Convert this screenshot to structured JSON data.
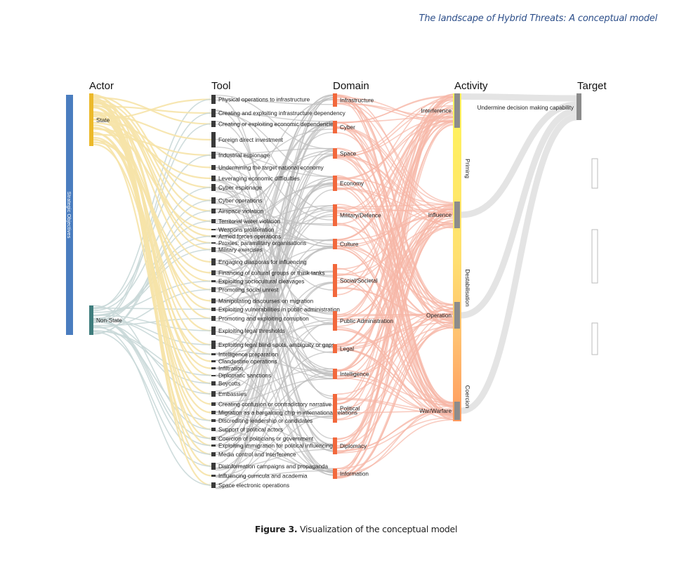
{
  "header": {
    "title": "The landscape of Hybrid Threats: A conceptual model"
  },
  "caption": {
    "label": "Figure 3.",
    "text": "Visualization of the conceptual model"
  },
  "diagram": {
    "type": "sankey",
    "side_bar_label": "Strategic Objectives",
    "columns": [
      "Actor",
      "Tool",
      "Domain",
      "Activity",
      "Target"
    ],
    "actors": [
      "State",
      "Non-State"
    ],
    "tools": [
      "Physical operations to infrastructure",
      "Creating and exploiting infrastructure dependency",
      "Creating or exploiting economic dependencies",
      "Foreign direct investment",
      "Industrial espionage",
      "Undermining the target national economy",
      "Leveraging economic difficulties",
      "Cyber espionage",
      "Cyber operations",
      "Airspace violation",
      "Territorial water violation",
      "Weapons proliferation",
      "Armed forces operations",
      "Proxies: paramilitary organisations",
      "Military exercises",
      "Engaging diasporas for influencing",
      "Financing of cultural groups or think tanks",
      "Exploiting sociocultural cleavages",
      "Promoting social unrest",
      "Manipulating discourses on migration",
      "Exploiting vulnerabilities in public administration",
      "Promoting and exploiting corruption",
      "Exploiting legal thresholds",
      "Exploiting legal blind spots, ambiguity or gaps",
      "Intelligence preparation",
      "Clandestine operations",
      "Infiltration",
      "Diplomatic sanctions",
      "Boycotts",
      "Embassies",
      "Creating confusion or contradictory narrative",
      "Migration as a bargaining chip in international relations",
      "Discrediting leadership or candidates",
      "Support of political actors",
      "Coercion of politicians or government",
      "Exploiting immigration for political influencing",
      "Media control and interference",
      "Disinformation campaigns and propaganda",
      "Influencing curricula and academia",
      "Space electronic operations"
    ],
    "domains": [
      "Infrastructure",
      "Cyber",
      "Space",
      "Economy",
      "Military/Defence",
      "Culture",
      "Social/Societal",
      "Public Administration",
      "Legal",
      "Intelligence",
      "Political",
      "Diplomacy",
      "Information"
    ],
    "activities": [
      "Interference",
      "Influence",
      "Operation",
      "War/Warfare"
    ],
    "phases": [
      "Priming",
      "Destabilisation",
      "Coercion"
    ],
    "targets": [
      "Undermine decision making capability"
    ],
    "colors": {
      "strategic_objectives": "#4a7dbf",
      "state": "#ecb92a",
      "non_state": "#3f7d7d",
      "tool_node": "#3a3a3a",
      "domain_node": "#f2683c",
      "activity_node": "#8c8c8c",
      "state_link": "#f6e3a8",
      "non_state_link": "#c9d8d8",
      "tool_link": "#bdbdbd",
      "domain_link": "#f7b7a6",
      "target_link": "#e4e4e4"
    }
  }
}
